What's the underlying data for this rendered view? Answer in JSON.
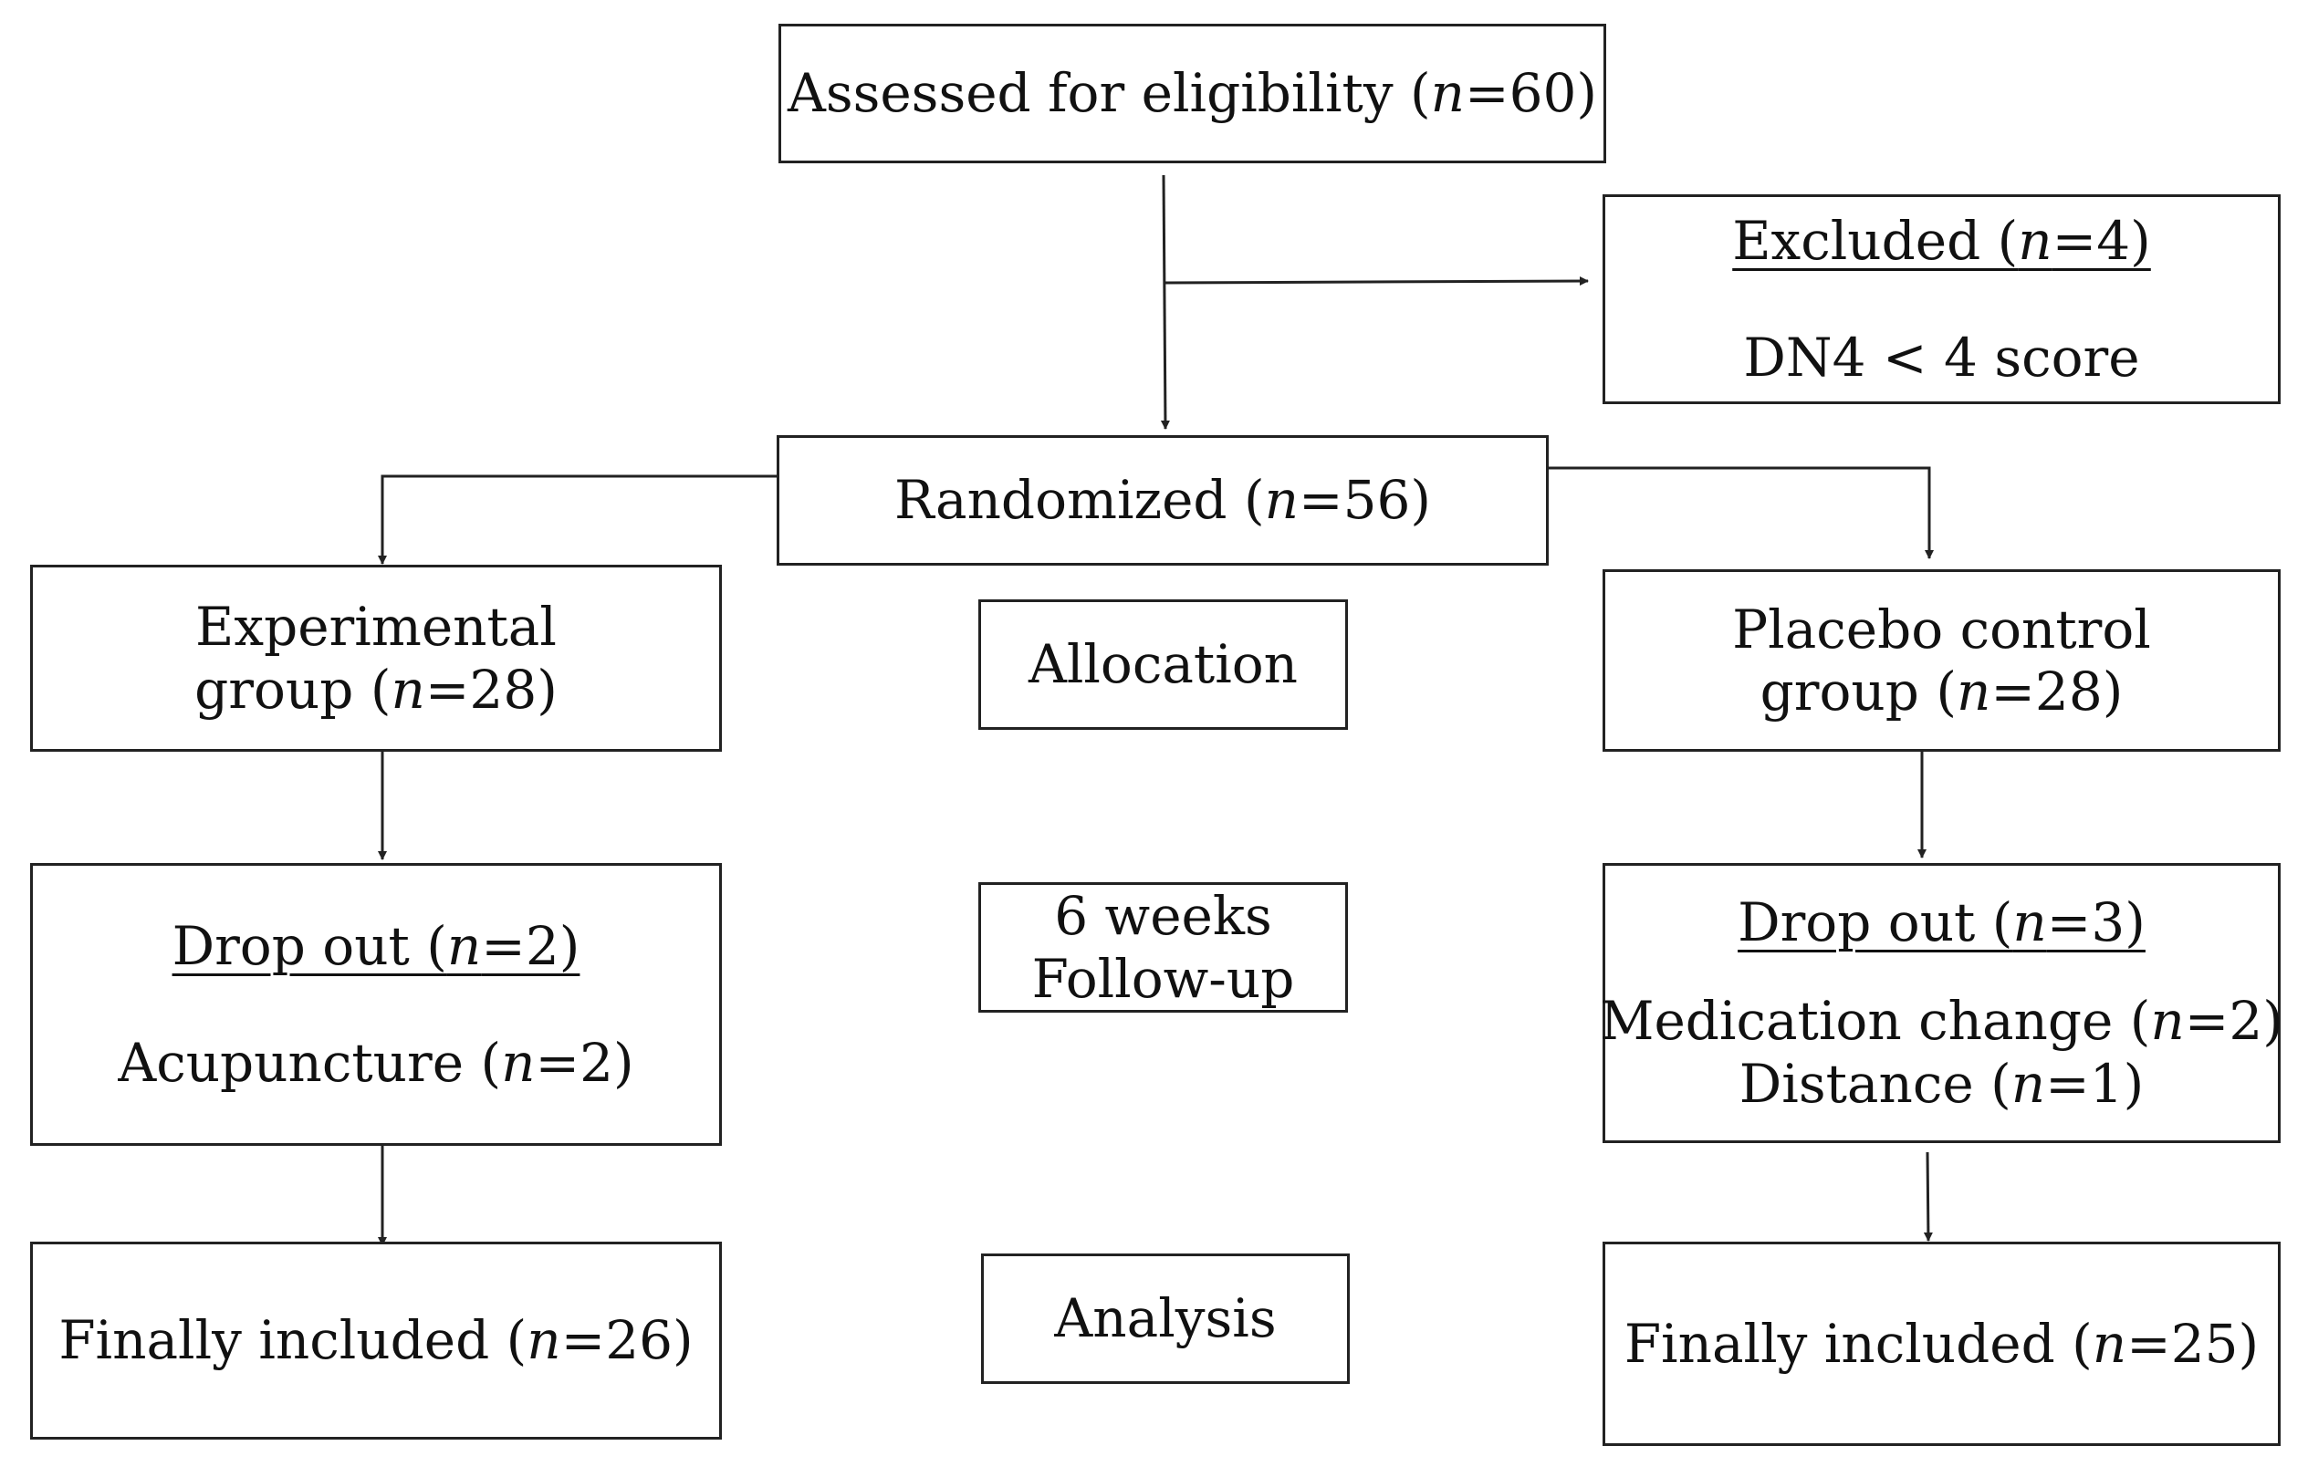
{
  "assessed": {
    "prefix": "Assessed for eligibility (",
    "n": "n",
    "suffix": "=60)"
  },
  "excluded": {
    "title_prefix": "Excluded (",
    "title_n": "n",
    "title_suffix": "=4)",
    "reason": "DN4 < 4 score"
  },
  "randomized": {
    "prefix": "Randomized (",
    "n": "n",
    "suffix": "=56)"
  },
  "experimental": {
    "line1": "Experimental",
    "line2_prefix": "group (",
    "line2_n": "n",
    "line2_suffix": "=28)"
  },
  "placebo": {
    "line1": "Placebo control",
    "line2_prefix": "group (",
    "line2_n": "n",
    "line2_suffix": "=28)"
  },
  "stages": {
    "allocation": "Allocation",
    "followup_line1": "6 weeks",
    "followup_line2": "Follow-up",
    "analysis": "Analysis"
  },
  "exp_dropout": {
    "title_prefix": "Drop out (",
    "title_n": "n",
    "title_suffix": "=2)",
    "reason_prefix": "Acupuncture (",
    "reason_n": "n",
    "reason_suffix": "=2)"
  },
  "pla_dropout": {
    "title_prefix": "Drop out (",
    "title_n": "n",
    "title_suffix": "=3)",
    "reason1_prefix": "Medication change (",
    "reason1_n": "n",
    "reason1_suffix": "=2)",
    "reason2_prefix": "Distance (",
    "reason2_n": "n",
    "reason2_suffix": "=1)"
  },
  "exp_final": {
    "prefix": "Finally included (",
    "n": "n",
    "suffix": "=26)"
  },
  "pla_final": {
    "prefix": "Finally included (",
    "n": "n",
    "suffix": "=25)"
  }
}
